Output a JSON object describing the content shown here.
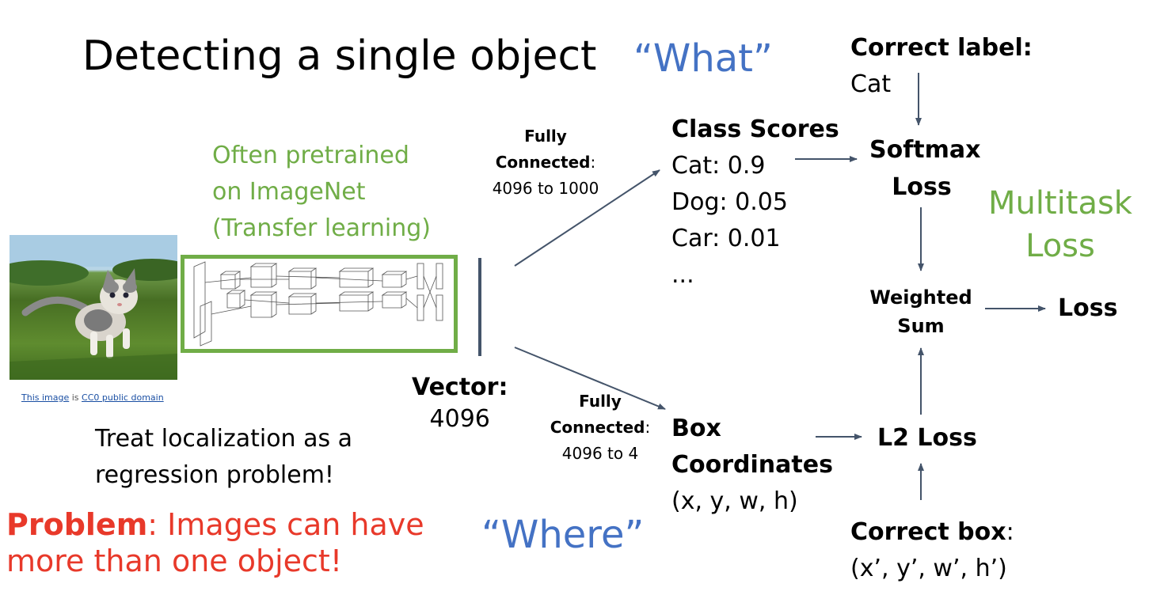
{
  "title": "Detecting a single object",
  "what_label": "“What”",
  "where_label": "“Where”",
  "pretrained": {
    "line1": "Often pretrained",
    "line2": "on ImageNet",
    "line3": "(Transfer learning)"
  },
  "image_credit": {
    "link1": "This image",
    "mid": " is ",
    "link2": "CC0 public domain"
  },
  "vector": {
    "label": "Vector:",
    "value": "4096"
  },
  "treat": {
    "line1": "Treat localization as a",
    "line2": "regression problem!"
  },
  "problem": {
    "bold": "Problem",
    "rest1": ": Images can have",
    "line2": "more than one object!"
  },
  "fc_top": {
    "line1": "Fully",
    "line2_bold": "Connected",
    "line2_rest": ":",
    "line3": "4096 to 1000"
  },
  "fc_bottom": {
    "line1": "Fully",
    "line2_bold": "Connected",
    "line2_rest": ":",
    "line3": "4096 to 4"
  },
  "class_scores": {
    "heading": "Class Scores",
    "items": [
      "Cat: 0.9",
      "Dog: 0.05",
      "Car: 0.01",
      "..."
    ]
  },
  "box_coords": {
    "line1": "Box",
    "line2": "Coordinates",
    "line3": "(x, y, w, h)"
  },
  "correct_label": {
    "heading": "Correct label:",
    "value": "Cat"
  },
  "softmax": {
    "line1": "Softmax",
    "line2": "Loss"
  },
  "multitask": {
    "line1": "Multitask",
    "line2": "Loss"
  },
  "weighted_sum": {
    "line1": "Weighted",
    "line2": "Sum"
  },
  "loss_label": "Loss",
  "l2_loss": "L2 Loss",
  "correct_box": {
    "heading_bold": "Correct box",
    "heading_rest": ":",
    "value": "(x’, y’, w’, h’)"
  },
  "colors": {
    "blue": "#4472c4",
    "green": "#70ad47",
    "red": "#e8392a",
    "arrow": "#44546a"
  }
}
